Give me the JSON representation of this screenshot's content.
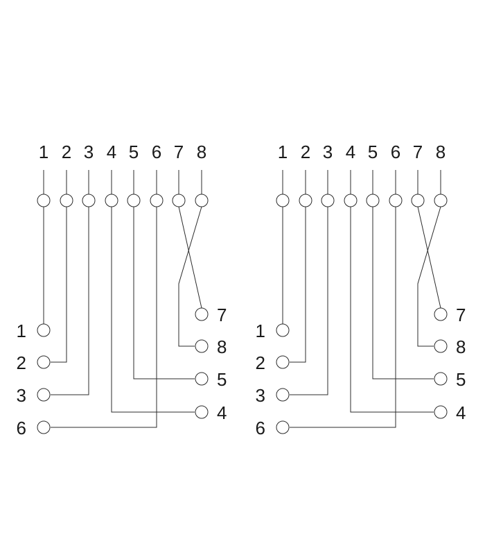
{
  "line_color": "#2b2b2b",
  "label_color": "#1a1a1a",
  "background_color": "#ffffff",
  "panels": [
    {
      "top_pins": [
        "1",
        "2",
        "3",
        "4",
        "5",
        "6",
        "7",
        "8"
      ],
      "left_pins": [
        "1",
        "2",
        "3",
        "6"
      ],
      "right_pins": [
        "7",
        "8",
        "5",
        "4"
      ]
    },
    {
      "top_pins": [
        "1",
        "2",
        "3",
        "4",
        "5",
        "6",
        "7",
        "8"
      ],
      "left_pins": [
        "1",
        "2",
        "3",
        "6"
      ],
      "right_pins": [
        "7",
        "8",
        "5",
        "4"
      ]
    }
  ]
}
